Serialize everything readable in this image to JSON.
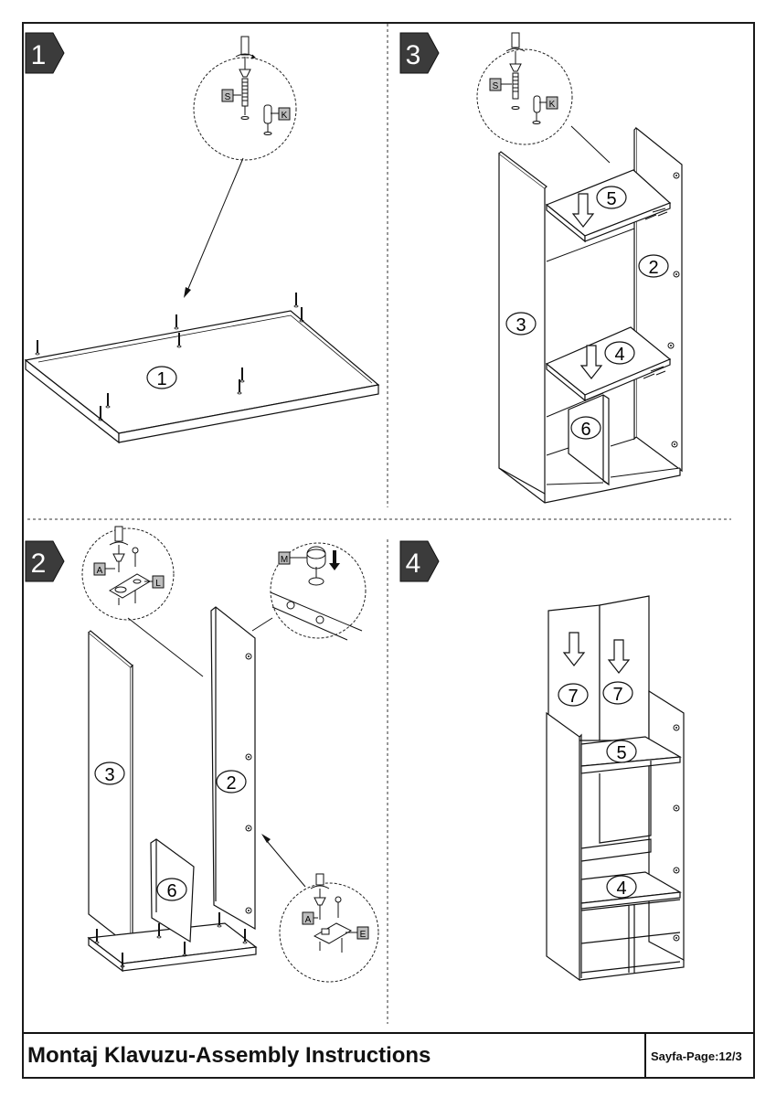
{
  "steps": [
    {
      "number": "1",
      "parts": [
        "1"
      ],
      "hardware": [
        "S",
        "K"
      ]
    },
    {
      "number": "3",
      "parts": [
        "5",
        "2",
        "3",
        "4",
        "6"
      ],
      "hardware": [
        "S",
        "K"
      ]
    },
    {
      "number": "2",
      "parts": [
        "3",
        "2",
        "6"
      ],
      "hardware": [
        "A",
        "L",
        "M",
        "A",
        "E"
      ]
    },
    {
      "number": "4",
      "parts": [
        "7",
        "7",
        "5",
        "4"
      ],
      "hardware": []
    }
  ],
  "footer": {
    "title": "Montaj Klavuzu-Assembly Instructions",
    "page": "Sayfa-Page:12/3"
  }
}
